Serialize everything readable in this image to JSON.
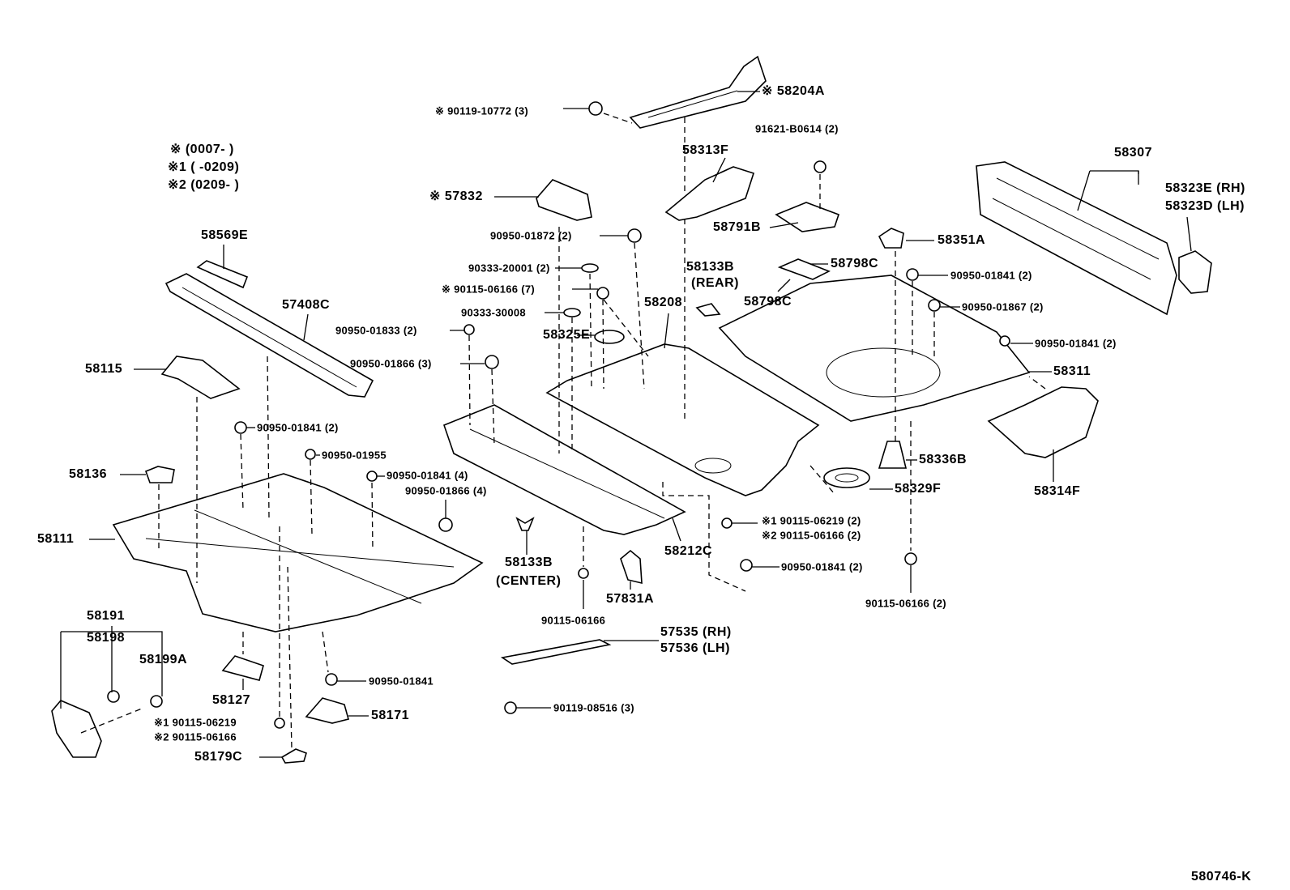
{
  "diagram_id": "580746-K",
  "legend": {
    "row0": "※    (0007-       )",
    "row1": "※1  (        -0209)",
    "row2": "※2  (0209-       )"
  },
  "callouts": [
    "※ 90119-10772 (3)",
    "※ 58204A",
    "91621-B0614 (2)",
    "58313F",
    "58307",
    "58323E (RH)",
    "58323D (LH)",
    "※ 57832",
    "58791B",
    "58569E",
    "90950-01872 (2)",
    "58351A",
    "90333-20001 (2)",
    "58133B",
    "(REAR)",
    "58798C",
    "90950-01841 (2)",
    "※ 90115-06166 (7)",
    "57408C",
    "58208",
    "58798C",
    "90950-01867 (2)",
    "90333-30008",
    "90950-01833 (2)",
    "58325E",
    "90950-01841 (2)",
    "90950-01866 (3)",
    "58115",
    "58311",
    "90950-01841 (2)",
    "90950-01955",
    "58336B",
    "58136",
    "90950-01841 (4)",
    "90950-01866 (4)",
    "58329F",
    "58314F",
    "※1 90115-06219 (2)",
    "※2 90115-06166 (2)",
    "58111",
    "58133B",
    "(CENTER)",
    "58212C",
    "90950-01841 (2)",
    "57831A",
    "90115-06166 (2)",
    "58191",
    "90115-06166",
    "57535 (RH)",
    "57536 (LH)",
    "58198",
    "58199A",
    "90950-01841",
    "58127",
    "90119-08516 (3)",
    "58171",
    "※1 90115-06219",
    "※2 90115-06166",
    "58179C"
  ]
}
